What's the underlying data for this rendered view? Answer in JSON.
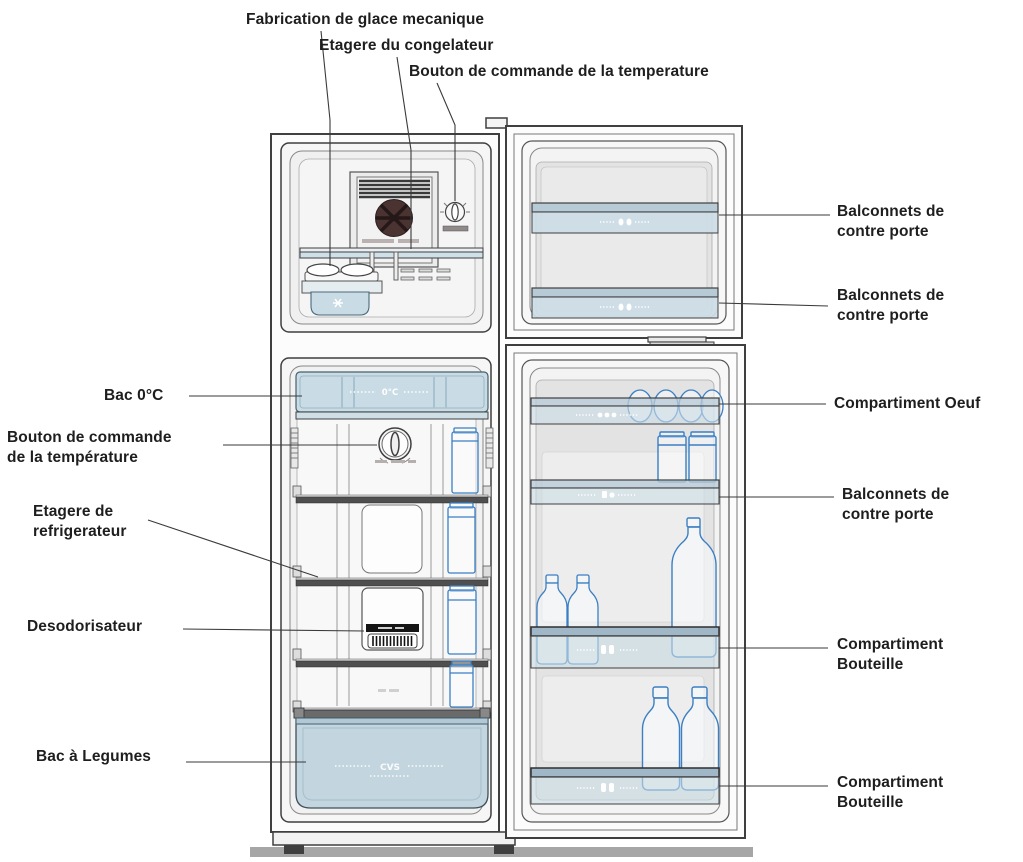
{
  "diagram_type": "refrigerator-parts-diagram",
  "language": "fr",
  "labels": {
    "top": [
      "Fabrication de glace mecanique",
      "Etagere du congelateur",
      "Bouton de commande de la temperature"
    ],
    "left": [
      "Bac 0°C",
      "Bouton de commande\nde la température",
      "Etagere de\nrefrigerateur",
      "Desodorisateur",
      "Bac à Legumes"
    ],
    "right": [
      "Balconnets de\ncontre porte",
      "Balconnets de\ncontre porte",
      "Compartiment  Oeuf",
      "Balconnets de\ncontre porte",
      "Compartiment\nBouteille",
      "Compartiment\nBouteille"
    ]
  },
  "markings": {
    "bac_0c": "0°C",
    "veggie_bin": "CVS"
  },
  "colors": {
    "outline": "#3f3f3f",
    "bin_blue": "#ccdde6",
    "bin_rail_blue": "#b7cbd7",
    "line_blue": "#3b7fc4",
    "fan_dark": "#4a3331",
    "floor_gray": "#a6a6a6",
    "label_text": "#1e1e1e"
  }
}
